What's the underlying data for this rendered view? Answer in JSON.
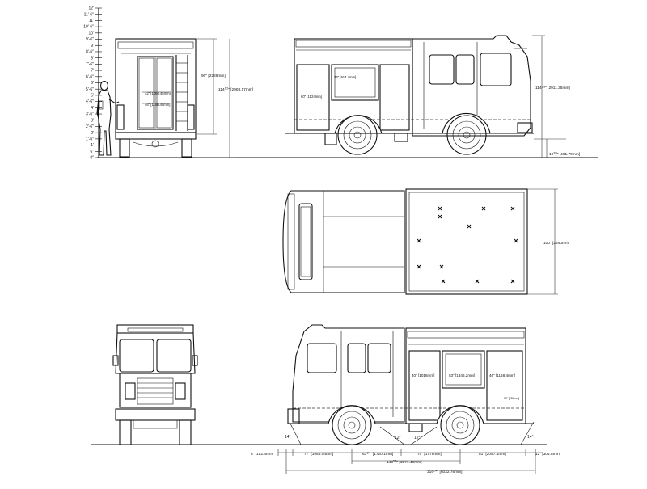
{
  "ruler": {
    "labels": [
      "12'",
      "11'-6\"",
      "11'",
      "10'-6\"",
      "10'",
      "9'-6\"",
      "9'",
      "8'-6\"",
      "8'",
      "7'-6\"",
      "7'",
      "6'-6\"",
      "6'",
      "5'-6\"",
      "5'",
      "4'-6\"",
      "4'",
      "3'-6\"",
      "3'",
      "2'-6\"",
      "2'",
      "1'-6\"",
      "1'",
      "6\"",
      "0\""
    ]
  },
  "rear_view": {
    "dim_overall_height": "90\" [2286mm]",
    "dim_height_side": "114",
    "dim_height_side_frac": "1/2",
    "dim_height_side_mm": "\" [2908.17mm]",
    "dim_door_width": "42\" [1066.45mm]",
    "dim_door_height": "46\" [1168.45mm]"
  },
  "side_view_upper": {
    "dim_overall_height": "114",
    "dim_overall_height_frac": "5/8",
    "dim_overall_height_mm": "\" [2911.35mm]",
    "dim_ground": "19",
    "dim_ground_frac": "3/8",
    "dim_ground_mm": "\" [491.79mm]",
    "dim_door_width": "36\" [914.4mm]",
    "dim_compartment_height": "60\" [1524mm]"
  },
  "top_view": {
    "dim_body_width": "100\" [2540mm]"
  },
  "side_view_lower": {
    "dim_compartment_1": "40\" [1016mm]",
    "dim_compartment_2": "53\" [1346.2mm]",
    "dim_compartment_3": "46\" [1168.4mm]",
    "dim_small_note": "10\" [254mm]",
    "angle_front": "14°",
    "angle_mid_left": "12°",
    "angle_mid_right": "12°",
    "angle_rear": "14°",
    "dim_front_overhang": "6\" [152.4mm]",
    "dim_cab": "77\" [1955.04mm]",
    "dim_wheel": "63",
    "dim_wheel_frac": "1/4",
    "dim_wheel_mm": "\" [1720.1mm]",
    "dim_70": "70\" [1778mm]",
    "dim_81": "81\" [2057.4mm]",
    "dim_rear_overhang": "12\" [304.8mm]",
    "dim_wheelbase": "140",
    "dim_wheelbase_frac": "5/8",
    "dim_wheelbase_mm": "\" [3571.49mm]",
    "dim_overall_length": "316",
    "dim_overall_length_frac": "1/4",
    "dim_overall_length_mm": "\" [8032.76mm]"
  }
}
